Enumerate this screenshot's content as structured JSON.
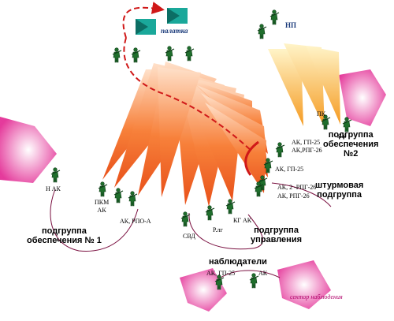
{
  "labels": {
    "tent": "палатка",
    "observation_post": "НП",
    "pk": "ПК",
    "ak_right": "АК",
    "ak_gp25_rpg26_top": "АК, ГП-25\nАК,РПГ-26",
    "ak_gp25": "АК, ГП-25",
    "ak_2rpg26": "АК, 2 -РПГ-26",
    "ak_rpg26": "АК, РПГ-26",
    "n_ak": "Н   АК",
    "pkm_ak": "ПКМ\nАК",
    "ak_rpo": "АК, РПО-А",
    "svd": "СВД",
    "rlg": "Р.лг",
    "kg_ak": "КГ  АК",
    "obs_ak_gp25": "АК, ГП-25",
    "obs_ak": "АК",
    "sector": "сектор наблюдения"
  },
  "groups": {
    "support2": "подгруппа\nобеспечения\n№2",
    "assault": "штурмовая\nподгруппа",
    "support1": "подгруппа\nобеспечения № 1",
    "control": "подгруппа\nуправления",
    "observers": "наблюдатели"
  },
  "colors": {
    "fire_sector_outer": "#f05a18",
    "fire_sector_inner": "#ffd8b8",
    "fire_sector2_outer": "#f5a030",
    "fire_sector2_inner": "#fff2c0",
    "observation_sector": "#e8148a",
    "route": "#d01818",
    "link_line": "#7a1040",
    "tent": "#1aa89a",
    "soldier": "#1f6e2c"
  }
}
